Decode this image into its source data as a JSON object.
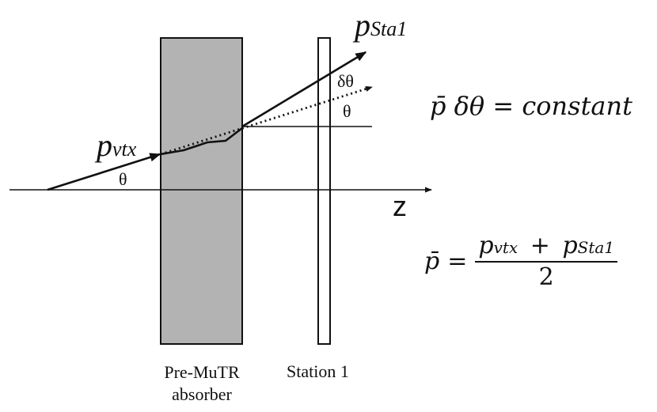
{
  "labels": {
    "p_vtx": {
      "main": "p",
      "sub": "vtx"
    },
    "p_sta1": {
      "main": "p",
      "sub": "Sta1"
    },
    "theta_lower": "θ",
    "theta_upper": "θ",
    "delta_theta": "δθ",
    "z_axis": "z",
    "absorber_line1": "Pre-MuTR",
    "absorber_line2": "absorber",
    "station": "Station 1"
  },
  "equations": {
    "eq1": {
      "pbar": "p̄",
      "dtheta": "δθ",
      "equals": "=",
      "rhs": "constant"
    },
    "eq2": {
      "pbar": "p̄",
      "equals": "=",
      "num_a": "p",
      "num_a_sub": "vtx",
      "plus": "+",
      "num_b": "p",
      "num_b_sub": "Sta1",
      "den": "2"
    }
  },
  "colors": {
    "absorber_fill": "#b3b3b3",
    "stroke": "#111111",
    "background": "#ffffff"
  }
}
